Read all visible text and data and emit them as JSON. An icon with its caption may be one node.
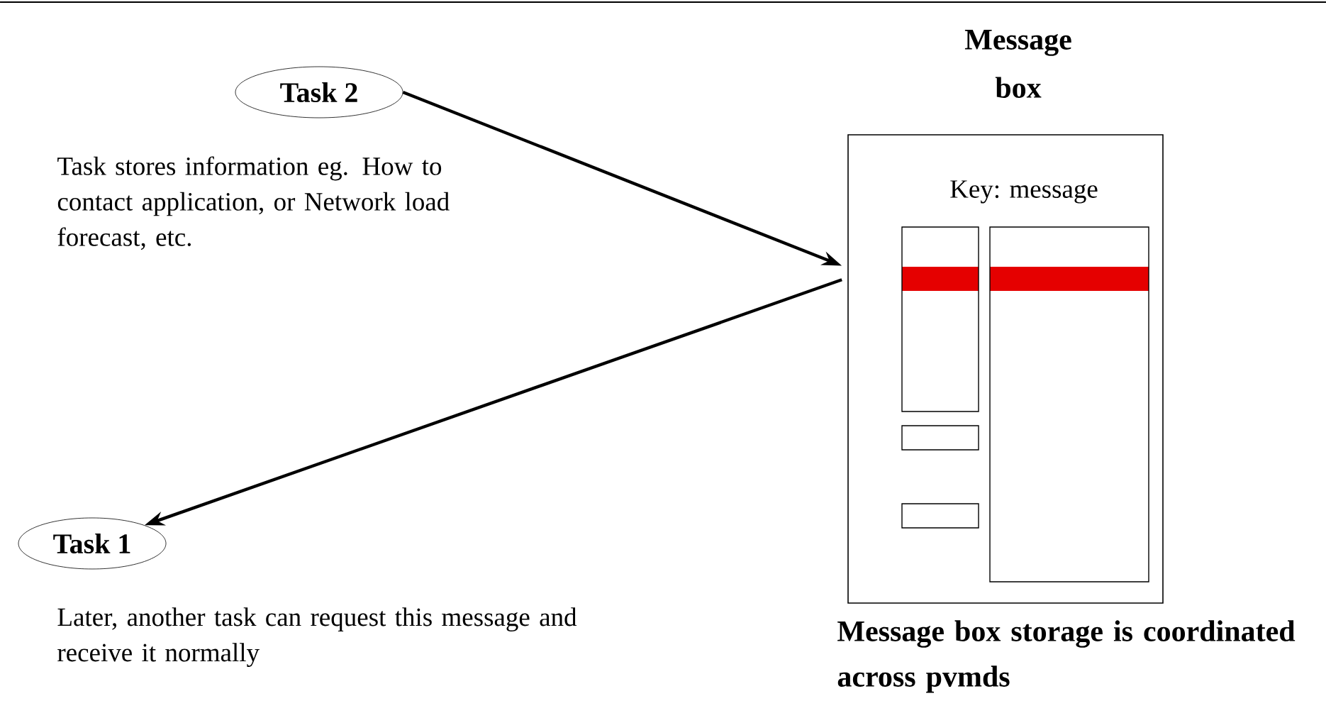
{
  "diagram": {
    "nodes": [
      {
        "text": [
          "Task 2"
        ],
        "beside": [
          "Task stores information eg. How to contact application, or Network load forecast, etc."
        ]
      },
      {
        "text": [
          "Message box",
          "Key: message"
        ],
        "beside": [
          "Message box storage is coordinated across pvmds"
        ]
      },
      {
        "text": [
          "Task 1"
        ],
        "beside": [
          "Later, another task can request this message and receive it normally"
        ]
      }
    ],
    "edges": [
      {
        "from": 0,
        "to": 1,
        "arrow": "to"
      },
      {
        "from": 1,
        "to": 2,
        "arrow": "to"
      }
    ]
  }
}
